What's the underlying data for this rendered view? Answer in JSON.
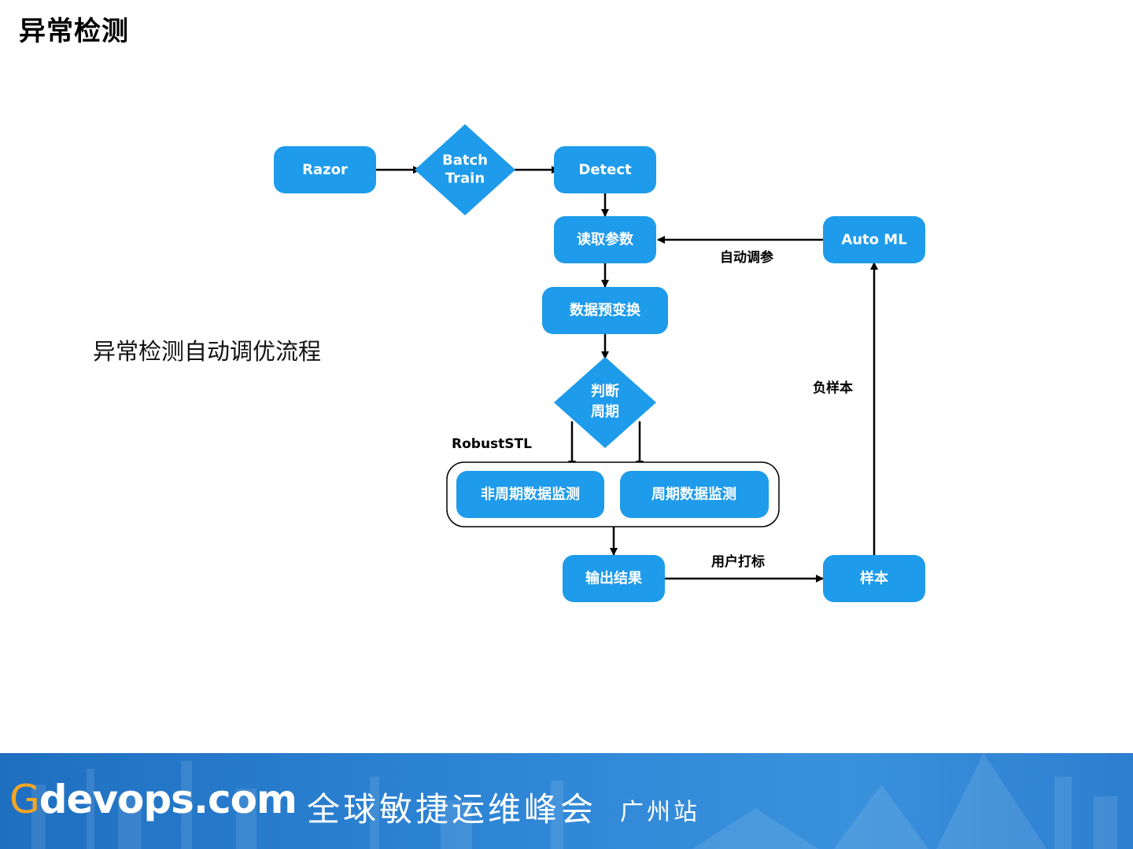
{
  "page": {
    "title": "异常检测",
    "caption": "异常检测自动调优流程"
  },
  "colors": {
    "node_fill": "#1E9BEA",
    "arrow": "#000000",
    "footer_bg": "#2f86d6",
    "logo_g": "#f5a623"
  },
  "nodes": {
    "razor": "Razor",
    "batch_train_line1": "Batch",
    "batch_train_line2": "Train",
    "detect": "Detect",
    "read_params": "读取参数",
    "auto_ml": "Auto ML",
    "preprocess": "数据预变换",
    "judge_line1": "判断",
    "judge_line2": "周期",
    "robuststl": "RobustSTL",
    "nonperiodic": "非周期数据监测",
    "periodic": "周期数据监测",
    "output": "输出结果",
    "samples": "样本"
  },
  "edge_labels": {
    "auto_tune": "自动调参",
    "negative_samples": "负样本",
    "user_label": "用户打标"
  },
  "footer": {
    "logo_g": "G",
    "logo_rest": "devops.com",
    "slogan": "全球敏捷运维峰会",
    "city": "广州站"
  }
}
